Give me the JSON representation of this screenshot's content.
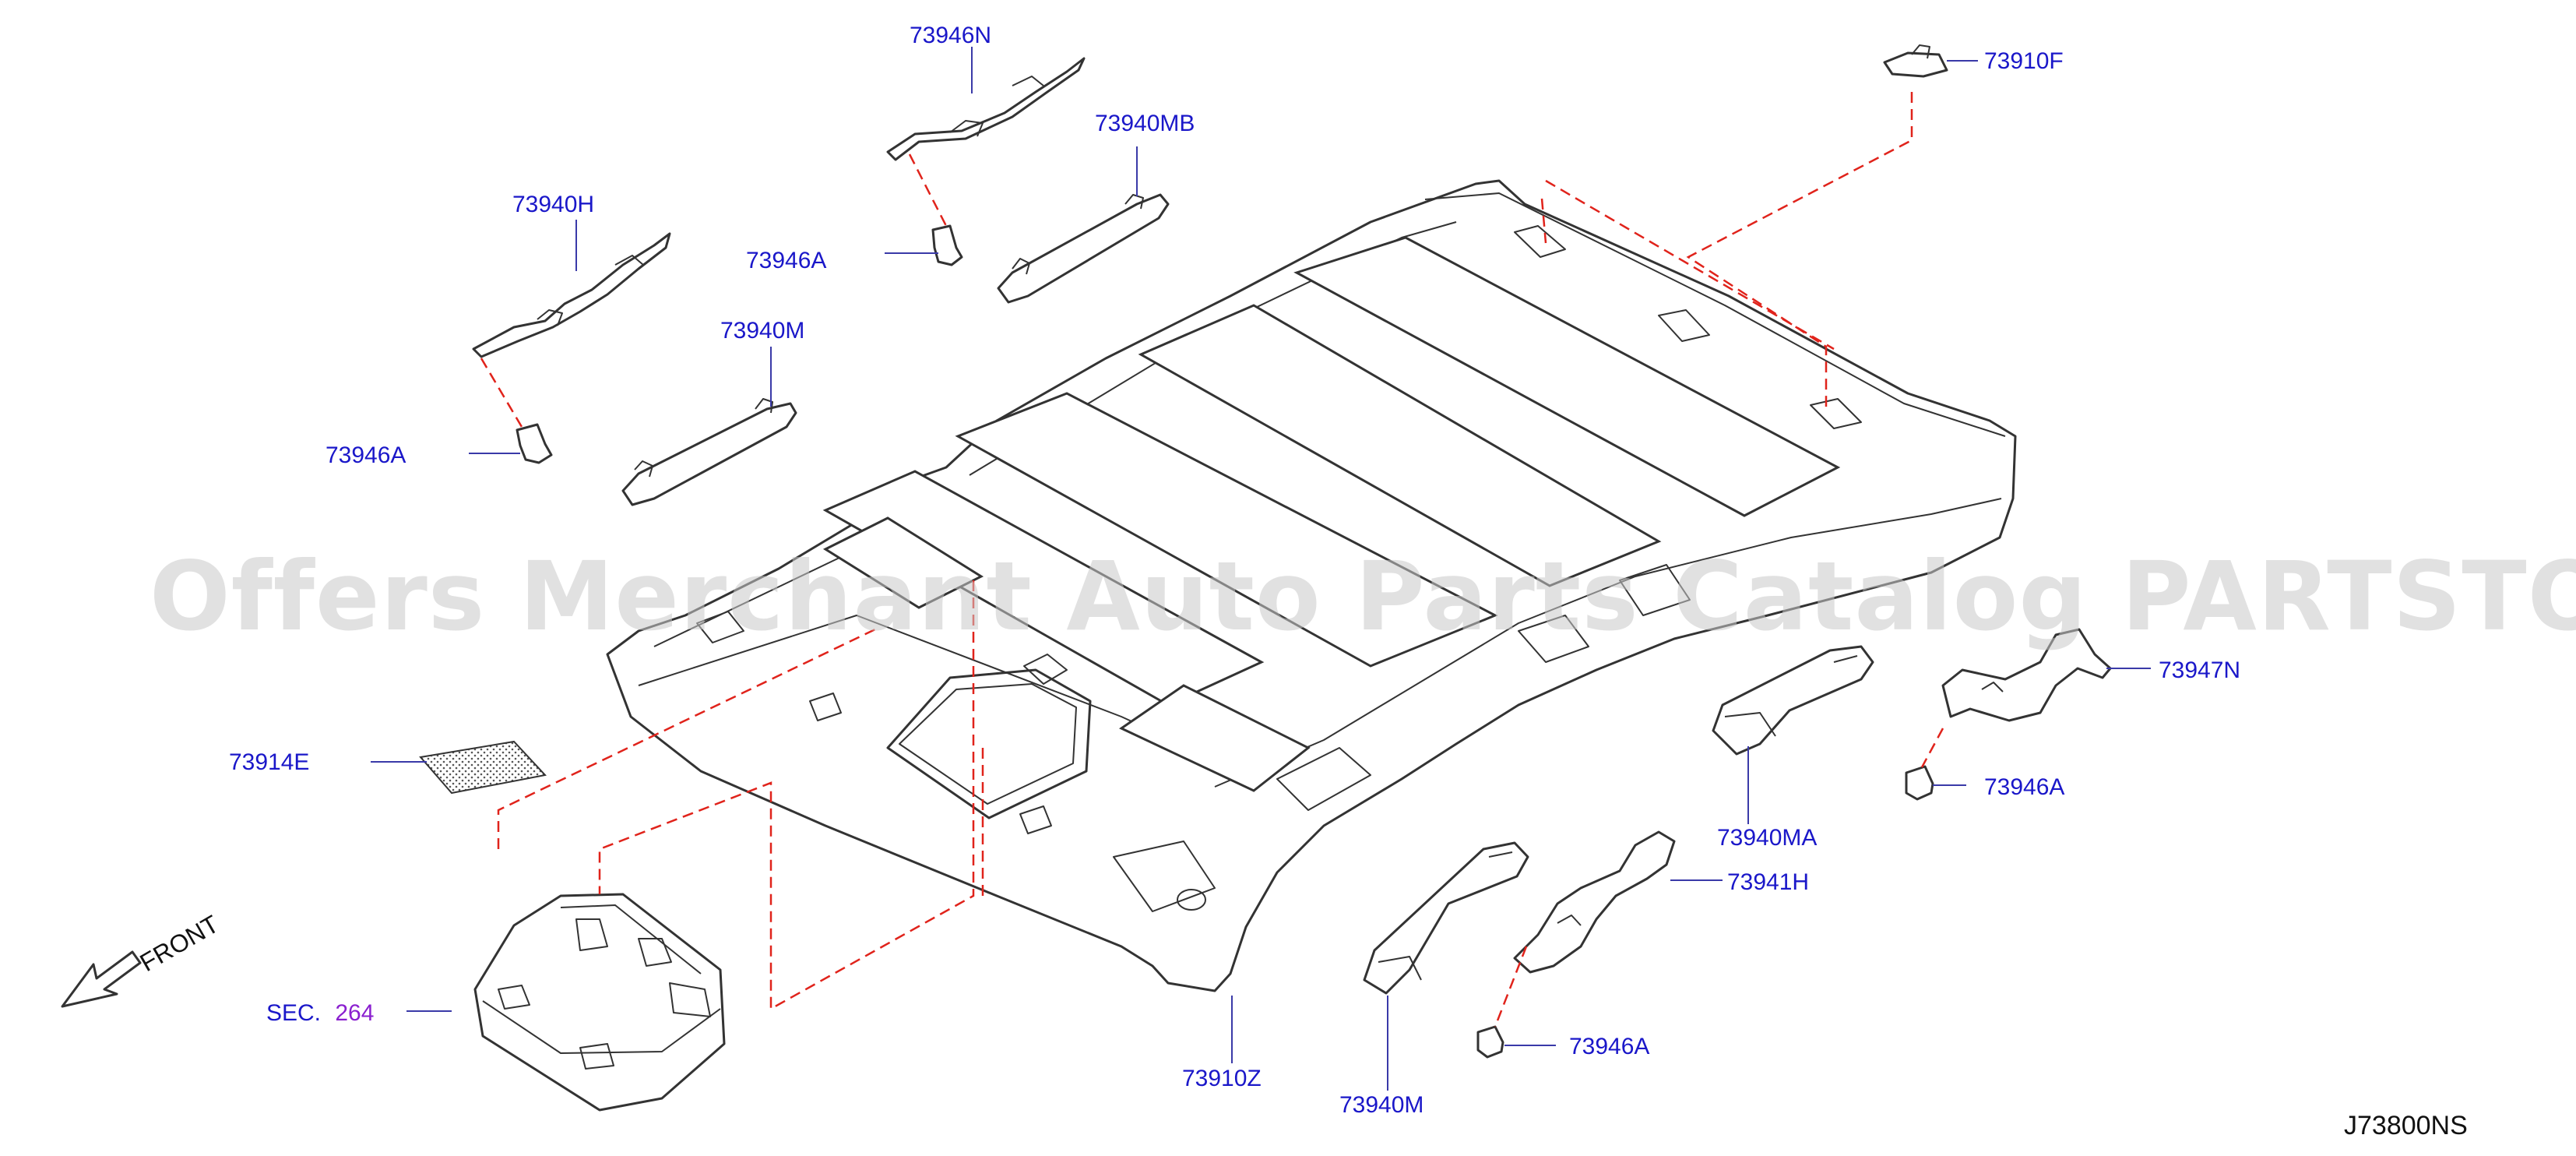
{
  "diagram": {
    "watermark": "Offers Merchant Auto Parts Catalog PARTSTORE.SA",
    "diagram_code": "J73800NS",
    "front_label": "FRONT",
    "section": {
      "prefix": "SEC.",
      "number": "264"
    },
    "colors": {
      "label": "#1a17c9",
      "section_link": "#8a1fcf",
      "dash": "#e0231b",
      "line": "#333333"
    },
    "parts": {
      "p73946n": "73946N",
      "p73940mb": "73940MB",
      "p73910f": "73910F",
      "p73940h": "73940H",
      "p73946a_top": "73946A",
      "p73940m_top": "73940M",
      "p73946a_left": "73946A",
      "p73947n": "73947N",
      "p73946a_right": "73946A",
      "p73914e": "73914E",
      "p73940ma": "73940MA",
      "p73941h": "73941H",
      "p73946a_bottom": "73946A",
      "p73910z": "73910Z",
      "p73940m_bottom": "73940M"
    }
  }
}
